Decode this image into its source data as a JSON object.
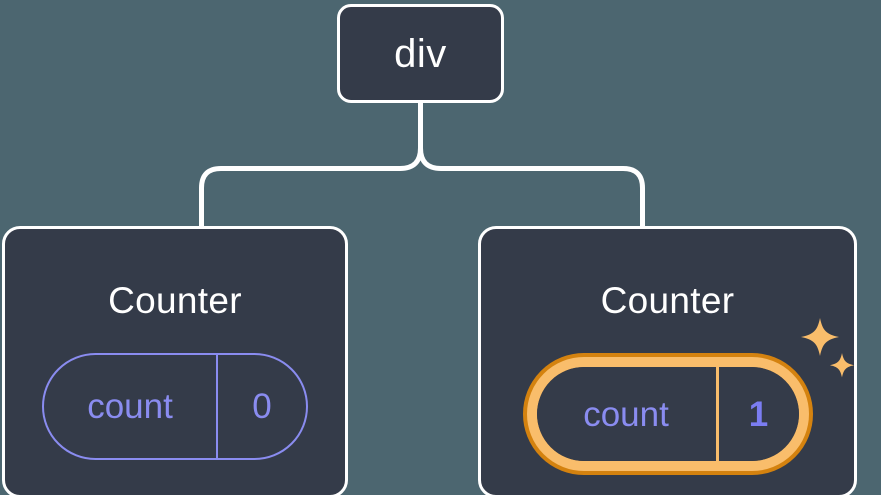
{
  "diagram": {
    "type": "component-tree",
    "title": "",
    "background_color": "#4c6670",
    "node_fill_color": "#343b49",
    "node_border_color": "#ffffff",
    "accent_color": "#8a8cf0",
    "highlight_color": "#f9bd6b",
    "highlight_outline_color": "#d4820f",
    "connector_color": "#ffffff"
  },
  "root": {
    "label": "div"
  },
  "children": [
    {
      "label": "Counter",
      "state": {
        "key": "count",
        "value": "0"
      },
      "highlighted": false
    },
    {
      "label": "Counter",
      "state": {
        "key": "count",
        "value": "1"
      },
      "highlighted": true,
      "sparkle_icons": [
        "sparkle-large",
        "sparkle-small"
      ]
    }
  ]
}
